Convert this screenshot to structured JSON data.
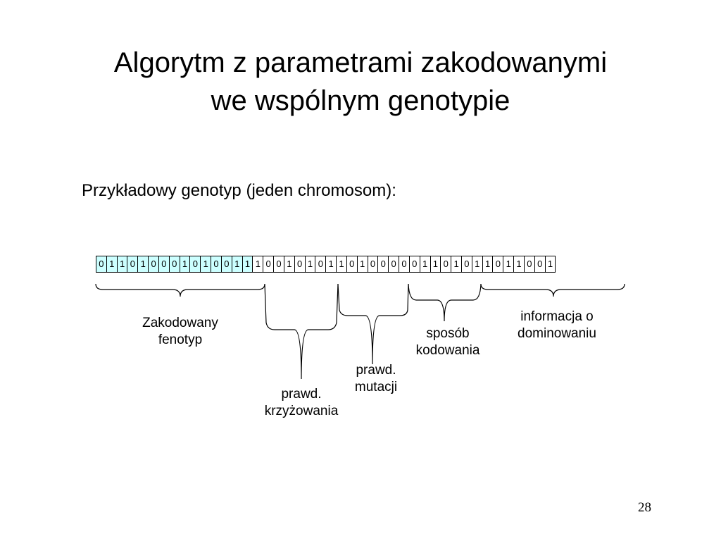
{
  "slide": {
    "title_line1": "Algorytm z parametrami zakodowanymi",
    "title_line2": "we wspólnym genotypie",
    "subtitle": "Przykładowy genotyp (jeden chromosom):",
    "page_number": "28"
  },
  "chromosome": {
    "bits": [
      "0",
      "1",
      "1",
      "0",
      "1",
      "0",
      "0",
      "0",
      "1",
      "0",
      "1",
      "0",
      "0",
      "1",
      "1",
      "1",
      "0",
      "0",
      "1",
      "0",
      "1",
      "0",
      "1",
      "1",
      "0",
      "1",
      "0",
      "0",
      "0",
      "0",
      "0",
      "1",
      "1",
      "0",
      "1",
      "0",
      "1",
      "1",
      "0",
      "1",
      "1",
      "0",
      "0",
      "1"
    ],
    "highlight_count": 15,
    "highlight_color": "#ccffff"
  },
  "segments": {
    "phenotype": {
      "line1": "Zakodowany",
      "line2": "fenotyp"
    },
    "crossover": {
      "line1": "prawd.",
      "line2": "krzyżowania"
    },
    "mutation": {
      "line1": "prawd.",
      "line2": "mutacji"
    },
    "encoding": {
      "line1": "sposób",
      "line2": "kodowania"
    },
    "dominance": {
      "line1": "informacja o",
      "line2": "dominowaniu"
    }
  }
}
